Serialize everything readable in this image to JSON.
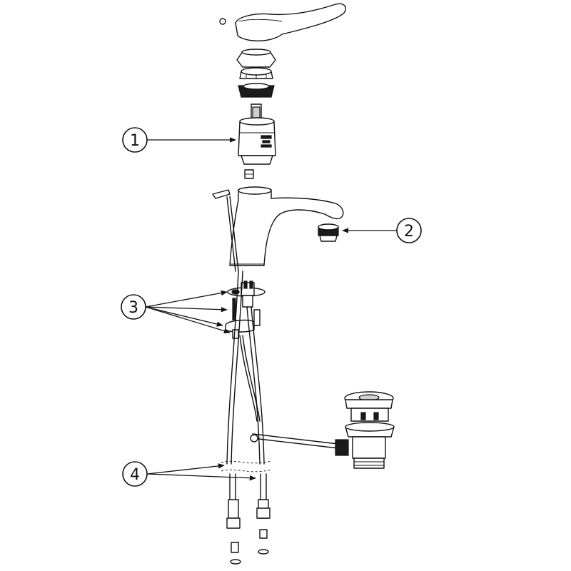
{
  "callouts": [
    {
      "label": "1",
      "part": "cartridge"
    },
    {
      "label": "2",
      "part": "aerator"
    },
    {
      "label": "3",
      "part": "fixing-kit"
    },
    {
      "label": "4",
      "part": "flexible-hoses"
    }
  ]
}
